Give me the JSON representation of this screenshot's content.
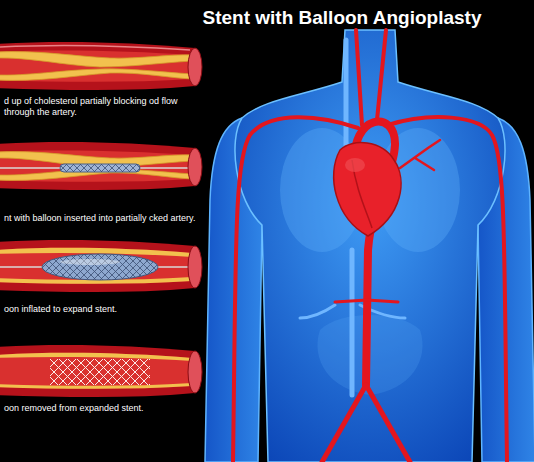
{
  "diagram": {
    "title": "Stent with Balloon Angioplasty",
    "labels": [
      "d up of cholesterol partially blocking od flow through the artery.",
      "nt with balloon inserted into partially cked artery.",
      "oon inflated to expand stent.",
      "oon removed from expanded stent."
    ]
  }
}
